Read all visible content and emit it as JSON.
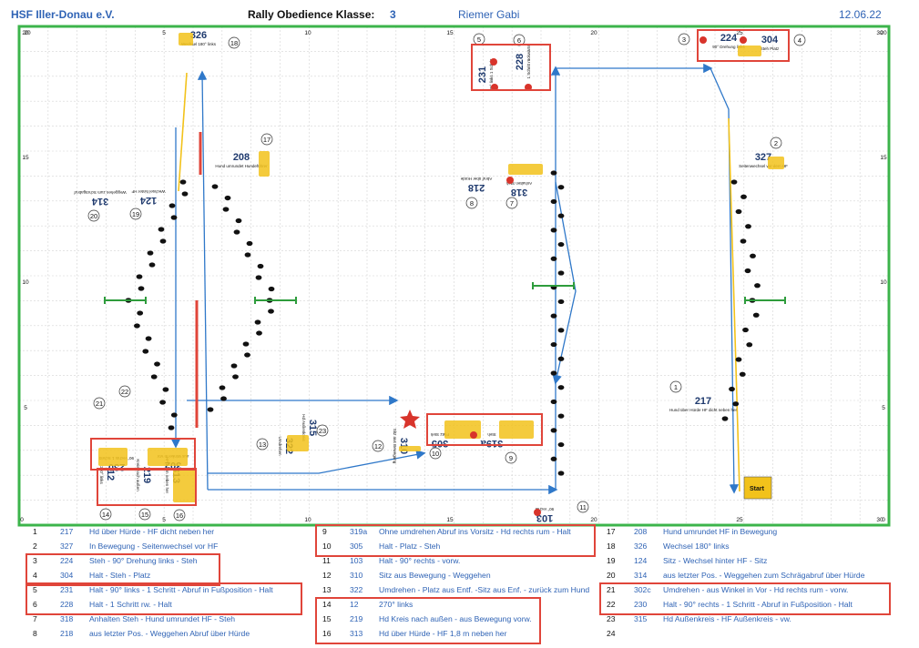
{
  "header": {
    "club": "HSF Iller-Donau e.V.",
    "title": "Rally Obedience Klasse:",
    "klasse": "3",
    "judge": "Riemer Gabi",
    "date": "12.06.22"
  },
  "axis": {
    "top_ticks": [
      "20",
      "5",
      "10",
      "15",
      "20",
      "25",
      "30"
    ],
    "bottom_ticks": [
      "0",
      "5",
      "10",
      "15",
      "20",
      "25",
      "30"
    ],
    "left_ticks": [
      "20",
      "15",
      "10",
      "5"
    ],
    "right_ticks": [
      "20",
      "15",
      "10",
      "5",
      "0"
    ]
  },
  "course": {
    "start_label": "Start",
    "stations": [
      {
        "num": "1",
        "code": "217",
        "note": "Hund über Hürde HF dicht neben her"
      },
      {
        "num": "2",
        "code": "327",
        "note": "Seitenwechsel vor dem HF"
      },
      {
        "num": "3",
        "code": "224",
        "note": "90° Drehung links"
      },
      {
        "num": "4",
        "code": "304",
        "note": "Steh Platz"
      },
      {
        "num": "5",
        "code": "231",
        "note": "90° links 1 Schritt"
      },
      {
        "num": "6",
        "code": "228",
        "note": "1 Schritt rückwärts"
      },
      {
        "num": "7",
        "code": "318",
        "note": "Anhalten Steh"
      },
      {
        "num": "8",
        "code": "218",
        "note": "Abruf über Hürde"
      },
      {
        "num": "9",
        "code": "319a",
        "note": "Steh"
      },
      {
        "num": "10",
        "code": "305",
        "note": "Platz Steh"
      },
      {
        "num": "11",
        "code": "103",
        "note": "90° rechts"
      },
      {
        "num": "12",
        "code": "310",
        "note": "Sitz aus Bewegung"
      },
      {
        "num": "13",
        "code": "322",
        "note": "Umdrehen"
      },
      {
        "num": "14",
        "code": "12",
        "note": "270° links"
      },
      {
        "num": "15",
        "code": "219",
        "note": "Kreis nach außen"
      },
      {
        "num": "16",
        "code": "313",
        "note": "HF 1,8 m neben her"
      },
      {
        "num": "17",
        "code": "208",
        "note": "Hund umrundet Hundeführer"
      },
      {
        "num": "18",
        "code": "326",
        "note": "Wechsel 180° links"
      },
      {
        "num": "19",
        "code": "124",
        "note": "Wechsel hinter HF"
      },
      {
        "num": "20",
        "code": "314",
        "note": "Weggehen zum Schrägabruf"
      },
      {
        "num": "21",
        "code": "302",
        "note": "aus Winkel in Vor"
      },
      {
        "num": "22",
        "code": "230",
        "note": "90° rechts 1 Schritt"
      },
      {
        "num": "23",
        "code": "315",
        "note": "Hd Außenkreis"
      }
    ]
  },
  "legend": [
    {
      "num": "1",
      "code": "217",
      "desc": "Hd über Hürde - HF dicht neben her"
    },
    {
      "num": "2",
      "code": "327",
      "desc": "In Bewegung - Seitenwechsel vor HF"
    },
    {
      "num": "3",
      "code": "224",
      "desc": "Steh - 90° Drehung links - Steh"
    },
    {
      "num": "4",
      "code": "304",
      "desc": "Halt - Steh - Platz"
    },
    {
      "num": "5",
      "code": "231",
      "desc": "Halt - 90° links - 1 Schritt - Abruf in Fußposition - Halt"
    },
    {
      "num": "6",
      "code": "228",
      "desc": "Halt - 1 Schritt rw. - Halt"
    },
    {
      "num": "7",
      "code": "318",
      "desc": "Anhalten Steh - Hund umrundet HF - Steh"
    },
    {
      "num": "8",
      "code": "218",
      "desc": "aus letzter  Pos. - Weggehen Abruf über Hürde"
    },
    {
      "num": "9",
      "code": "319a",
      "desc": "Ohne umdrehen Abruf ins Vorsitz - Hd rechts rum - Halt"
    },
    {
      "num": "10",
      "code": "305",
      "desc": "Halt - Platz - Steh"
    },
    {
      "num": "11",
      "code": "103",
      "desc": "Halt - 90° rechts - vorw."
    },
    {
      "num": "12",
      "code": "310",
      "desc": "Sitz aus Bewegung - Weggehen"
    },
    {
      "num": "13",
      "code": "322",
      "desc": "Umdrehen - Platz aus Entf. -Sitz aus Enf. - zurück zum Hund"
    },
    {
      "num": "14",
      "code": "12",
      "desc": "270° links"
    },
    {
      "num": "15",
      "code": "219",
      "desc": "Hd Kreis nach außen - aus Bewegung vorw."
    },
    {
      "num": "16",
      "code": "313",
      "desc": "Hd über Hürde - HF 1,8 m neben her"
    },
    {
      "num": "17",
      "code": "208",
      "desc": "Hund umrundet HF in Bewegung"
    },
    {
      "num": "18",
      "code": "326",
      "desc": "Wechsel 180° links"
    },
    {
      "num": "19",
      "code": "124",
      "desc": "Sitz - Wechsel hinter HF - Sitz"
    },
    {
      "num": "20",
      "code": "314",
      "desc": "aus letzter Pos. - Weggehen zum Schrägabruf über Hürde"
    },
    {
      "num": "21",
      "code": "302c",
      "desc": "Umdrehen - aus Winkel in Vor - Hd rechts rum - vorw."
    },
    {
      "num": "22",
      "code": "230",
      "desc": "Halt - 90° rechts - 1 Schritt - Abruf in Fußposition - Halt"
    },
    {
      "num": "23",
      "code": "315",
      "desc": "Hd Außenkreis - HF Außenkreis - vw."
    },
    {
      "num": "24",
      "code": "",
      "desc": ""
    }
  ],
  "colors": {
    "frame": "#3cb44b",
    "route": "#2f78c9",
    "highlight": "#e0453a",
    "sign": "#f2c21b",
    "hurdle": "#2e9c3c",
    "paw": "#111111",
    "header": "#2f63b5"
  }
}
